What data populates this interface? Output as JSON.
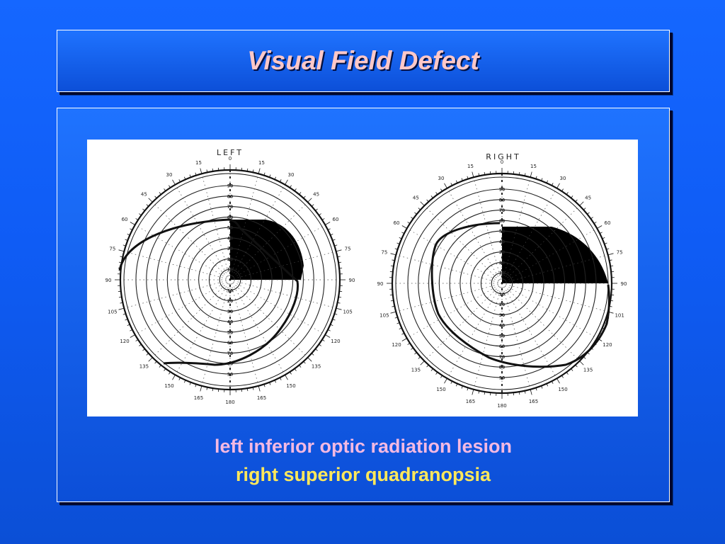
{
  "slide": {
    "title": "Visual Field Defect",
    "caption_line1": "left inferior optic radiation lesion",
    "caption_line2": "right superior quadranopsia"
  },
  "figure": {
    "left_chart": {
      "label": "LEFT",
      "degree_labels": [
        "0",
        "15",
        "30",
        "45",
        "60",
        "75",
        "90",
        "105",
        "120",
        "135",
        "150",
        "165",
        "180",
        "165",
        "150",
        "135",
        "120",
        "105",
        "90",
        "75",
        "60",
        "45",
        "30",
        "15"
      ]
    },
    "right_chart": {
      "label": "RIGHT",
      "degree_labels": [
        "0",
        "15",
        "30",
        "45",
        "60",
        "75",
        "90",
        "101",
        "120",
        "135",
        "150",
        "165",
        "180",
        "165",
        "150",
        "135",
        "120",
        "105",
        "90",
        "75",
        "60",
        "45",
        "30",
        "15"
      ]
    },
    "ring_labels": [
      "10",
      "20",
      "30",
      "40",
      "50",
      "60",
      "70",
      "80",
      "90"
    ],
    "colors": {
      "defect": "#000000",
      "background": "#ffffff"
    }
  }
}
